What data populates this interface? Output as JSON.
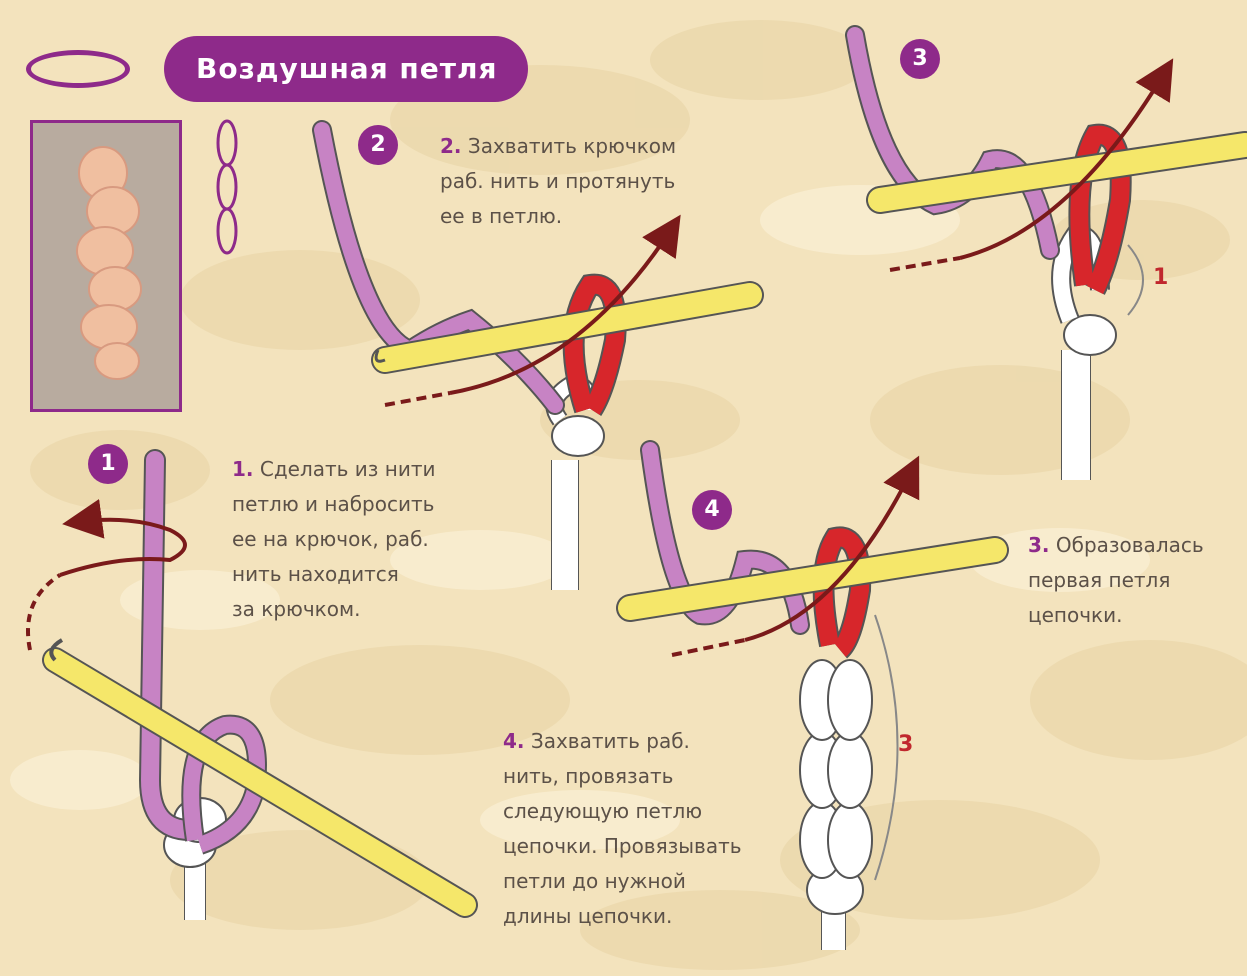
{
  "title": "Воздушная петля",
  "colors": {
    "accent": "#8e2a8a",
    "yarn_purple": "#c783c4",
    "hook_yellow": "#f5e76a",
    "loop_red": "#d7262b",
    "arrow_dark_red": "#7a1a1a",
    "text": "#5c5148",
    "background": "#f3e3bd"
  },
  "steps": [
    {
      "badge": "1",
      "num": "1.",
      "lines": [
        "Сделать из нити",
        "петлю и набросить",
        "ее на крючок, раб.",
        "нить находится",
        "за крючком."
      ]
    },
    {
      "badge": "2",
      "num": "2.",
      "lines": [
        "Захватить крючком",
        "раб. нить и протянуть",
        "ее в петлю."
      ]
    },
    {
      "badge": "3",
      "num": "3.",
      "lines": [
        "Образовалась",
        "первая петля",
        "цепочки."
      ]
    },
    {
      "badge": "4",
      "num": "4.",
      "lines": [
        "Захватить раб.",
        "нить, провязать",
        "следующую петлю",
        "цепочки. Провязывать",
        "петли до нужной",
        "длины цепочки."
      ]
    }
  ],
  "marks": {
    "m1": "1",
    "m3": "3"
  }
}
